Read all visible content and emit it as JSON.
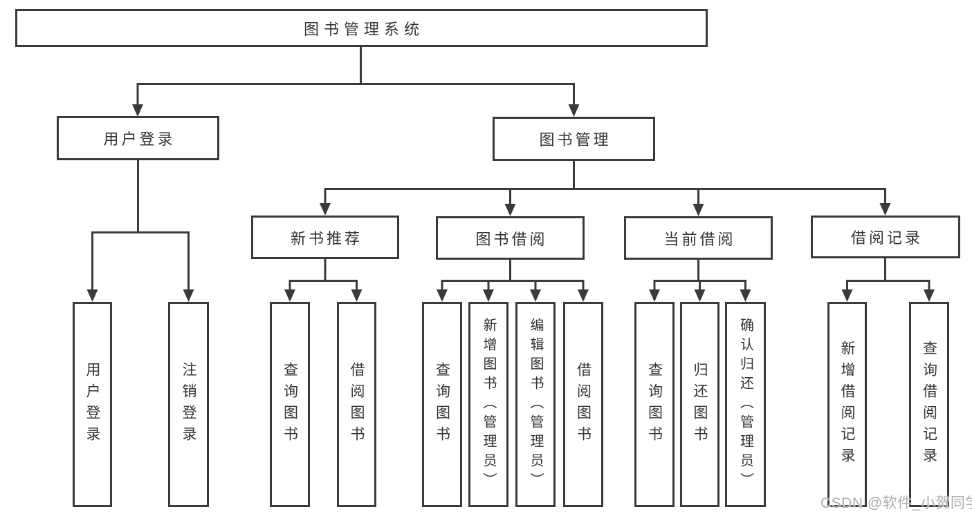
{
  "diagram": {
    "root": {
      "label": "图书管理系统"
    },
    "level2": [
      {
        "label": "用户登录"
      },
      {
        "label": "图书管理"
      }
    ],
    "level3": [
      {
        "label": "新书推荐"
      },
      {
        "label": "图书借阅"
      },
      {
        "label": "当前借阅"
      },
      {
        "label": "借阅记录"
      }
    ],
    "leaves": {
      "user_login": [
        {
          "label": "用户登录"
        },
        {
          "label": "注销登录"
        }
      ],
      "new_book_recommend": [
        {
          "label": "查询图书"
        },
        {
          "label": "借阅图书"
        }
      ],
      "book_borrowing": [
        {
          "label": "查询图书"
        },
        {
          "label": "新增图书（管理员）"
        },
        {
          "label": "编辑图书（管理员）"
        },
        {
          "label": "借阅图书"
        }
      ],
      "current_borrowing": [
        {
          "label": "查询图书"
        },
        {
          "label": "归还图书"
        },
        {
          "label": "确认归还（管理员）"
        }
      ],
      "borrowing_records": [
        {
          "label": "新增借阅记录"
        },
        {
          "label": "查询借阅记录"
        }
      ]
    }
  },
  "watermark": {
    "text": "CSDN @软件_小贺同学"
  },
  "colors": {
    "line": "#3a3a3a",
    "text": "#333333",
    "watermark": "#ababab",
    "background": "#ffffff"
  }
}
